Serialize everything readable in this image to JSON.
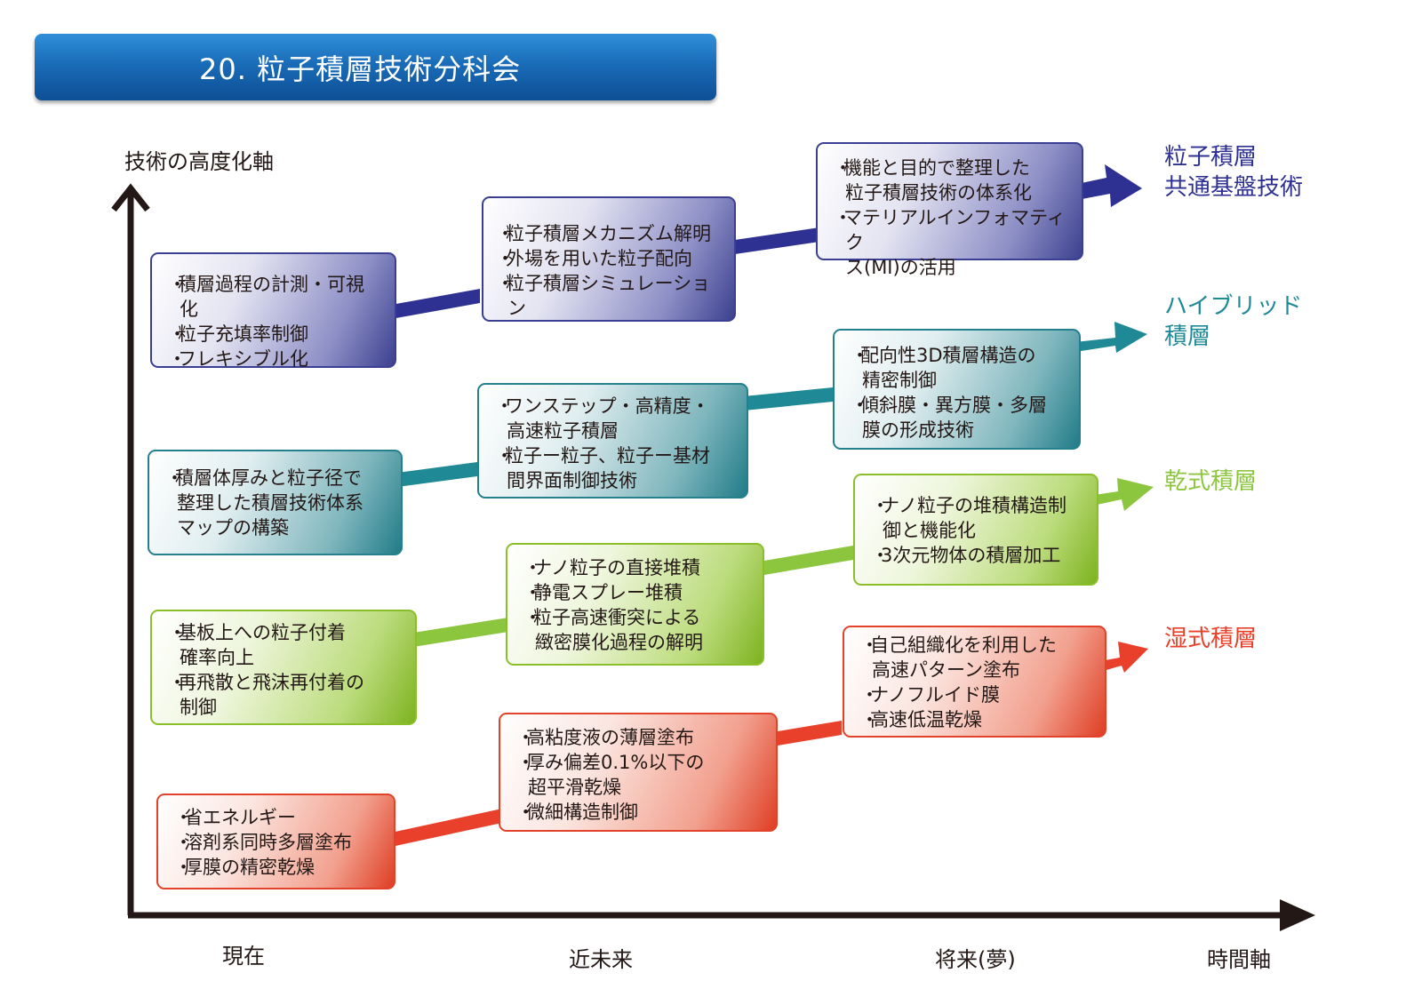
{
  "title": "20. 粒子積層技術分科会",
  "axes": {
    "y_label": "技術の高度化軸",
    "x_label": "時間軸",
    "stages": [
      "現在",
      "近未来",
      "将来(夢)"
    ]
  },
  "tracks": [
    {
      "name": "粒子積層\n共通基盤技術",
      "color": "#2e3192",
      "boxes": [
        [
          "積層過程の計測・可視化",
          "粒子充填率制御",
          "フレキシブル化"
        ],
        [
          "粒子積層メカニズム解明",
          "外場を用いた粒子配向",
          "粒子積層シミュレーション"
        ],
        [
          "機能と目的で整理した\n粒子積層技術の体系化",
          "マテリアルインフォマティク\nス(MI)の活用"
        ]
      ]
    },
    {
      "name": "ハイブリッド\n積層",
      "color": "#1f8a95",
      "boxes": [
        [
          "積層体厚みと粒子径で\n整理した積層技術体系\nマップの構築"
        ],
        [
          "ワンステップ・高精度・\n高速粒子積層",
          "粒子ー粒子、粒子ー基材\n間界面制御技術"
        ],
        [
          "配向性3D積層構造の\n精密制御",
          "傾斜膜・異方膜・多層\n膜の形成技術"
        ]
      ]
    },
    {
      "name": "乾式積層",
      "color": "#8cc63f",
      "boxes": [
        [
          "基板上への粒子付着\n確率向上",
          "再飛散と飛沫再付着の\n制御"
        ],
        [
          "ナノ粒子の直接堆積",
          "静電スプレー堆積",
          "粒子高速衝突による\n緻密膜化過程の解明"
        ],
        [
          "ナノ粒子の堆積構造制\n御と機能化",
          "3次元物体の積層加工"
        ]
      ]
    },
    {
      "name": "湿式積層",
      "color": "#e8402a",
      "boxes": [
        [
          "省エネルギー",
          "溶剤系同時多層塗布",
          "厚膜の精密乾燥"
        ],
        [
          "高粘度液の薄層塗布",
          "厚み偏差0.1%以下の\n超平滑乾燥",
          "微細構造制御"
        ],
        [
          "自己組織化を利用した\n高速パターン塗布",
          "ナノフルイド膜",
          "高速低温乾燥"
        ]
      ]
    }
  ]
}
